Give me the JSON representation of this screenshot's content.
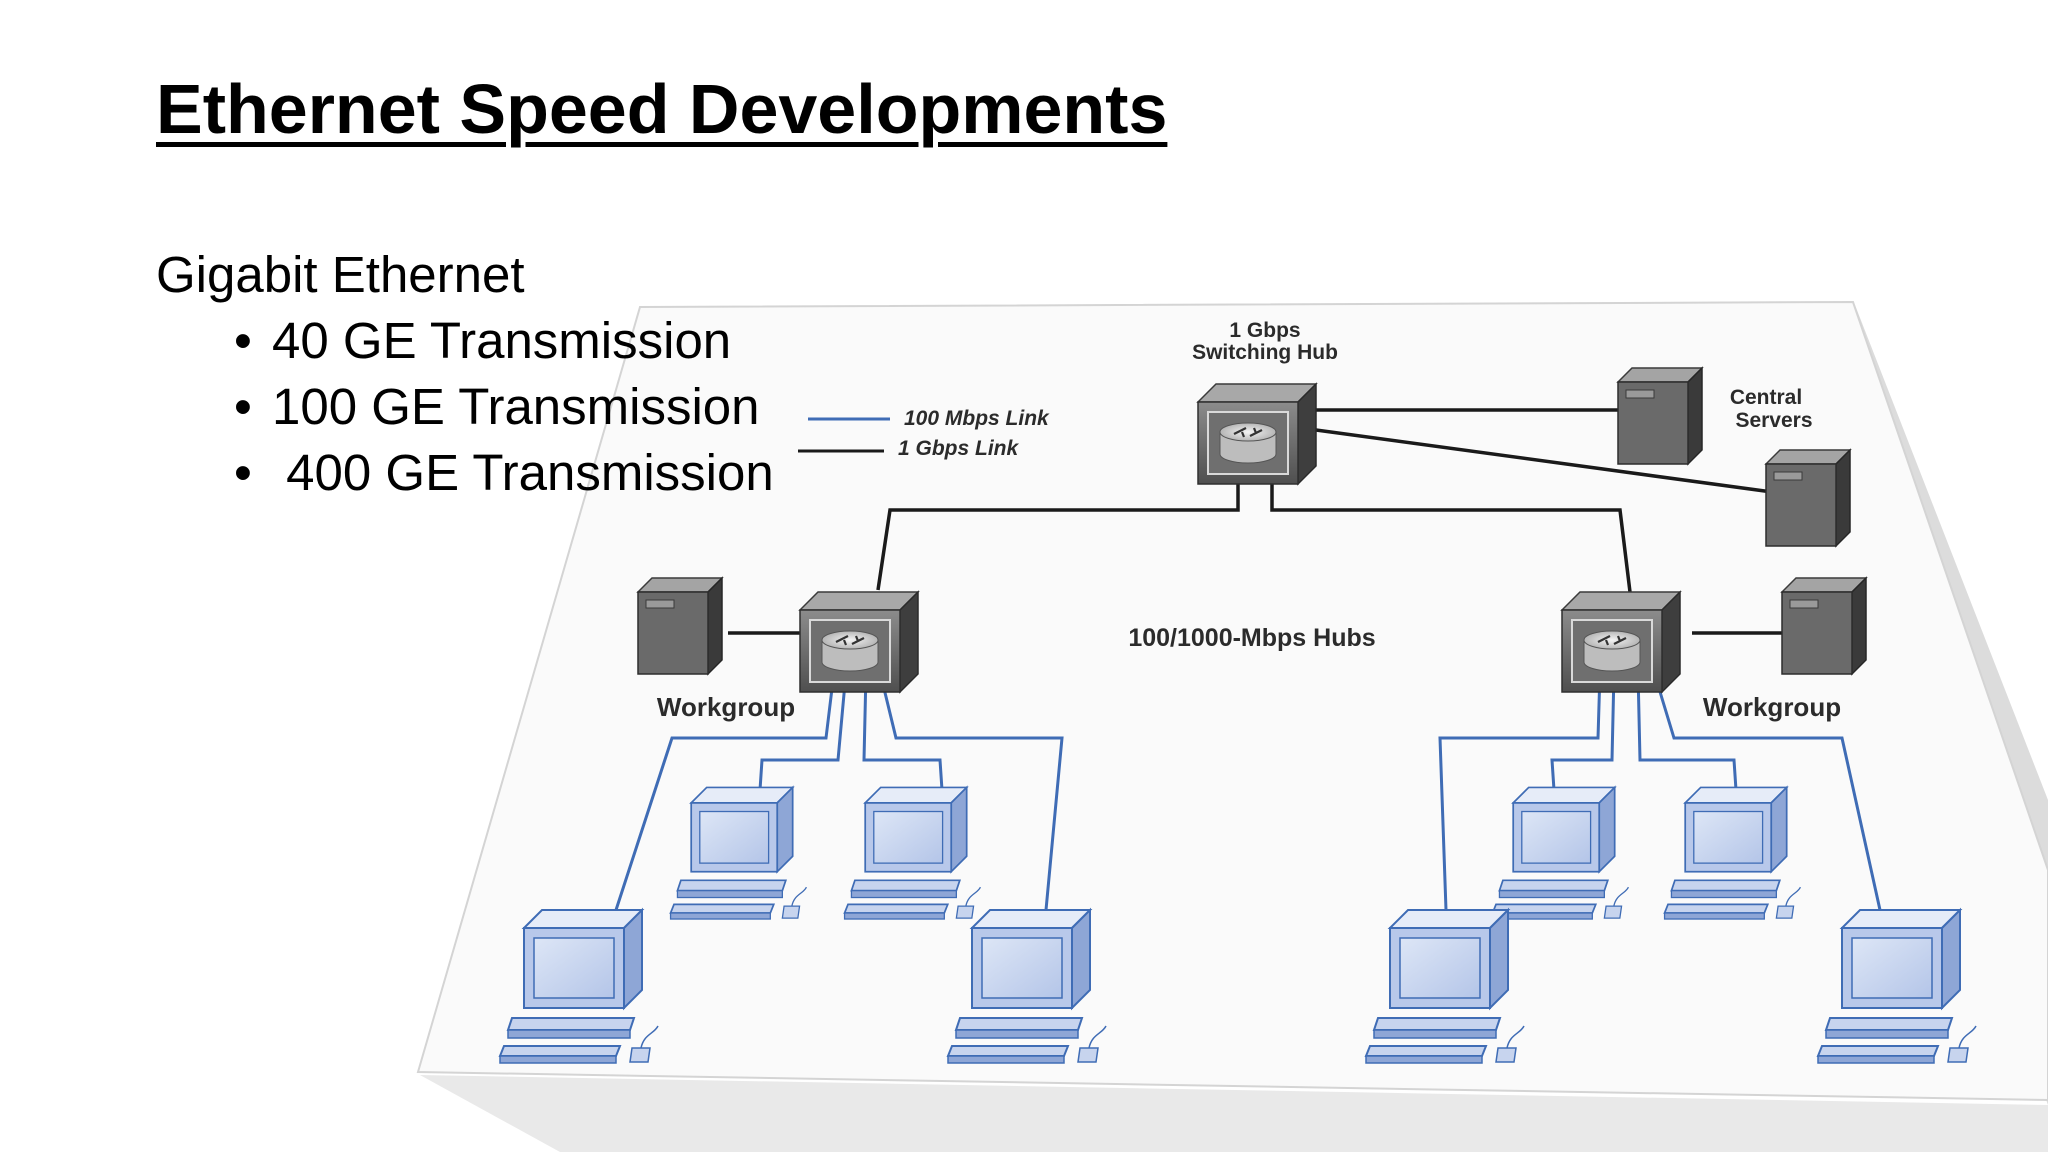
{
  "slide": {
    "title": "Ethernet Speed Developments"
  },
  "content": {
    "heading": "Gigabit Ethernet",
    "bullets": [
      "40 GE Transmission",
      "100 GE Transmission",
      "400 GE Transmission"
    ]
  },
  "diagram": {
    "switching_hub_label_line1": "1 Gbps",
    "switching_hub_label_line2": "Switching Hub",
    "legend": {
      "link_100": "100 Mbps Link",
      "link_1g": "1 Gbps Link"
    },
    "central_servers_line1": "Central",
    "central_servers_line2": "Servers",
    "hubs_label": "100/1000-Mbps Hubs",
    "workgroup_left": "Workgroup",
    "workgroup_right": "Workgroup"
  },
  "colors": {
    "link_100mbps": "#3f6cb5",
    "link_1gbps": "#1a1a1a",
    "device_gray": "#5e5e5e",
    "computer_fill": "#c7d4ee"
  }
}
